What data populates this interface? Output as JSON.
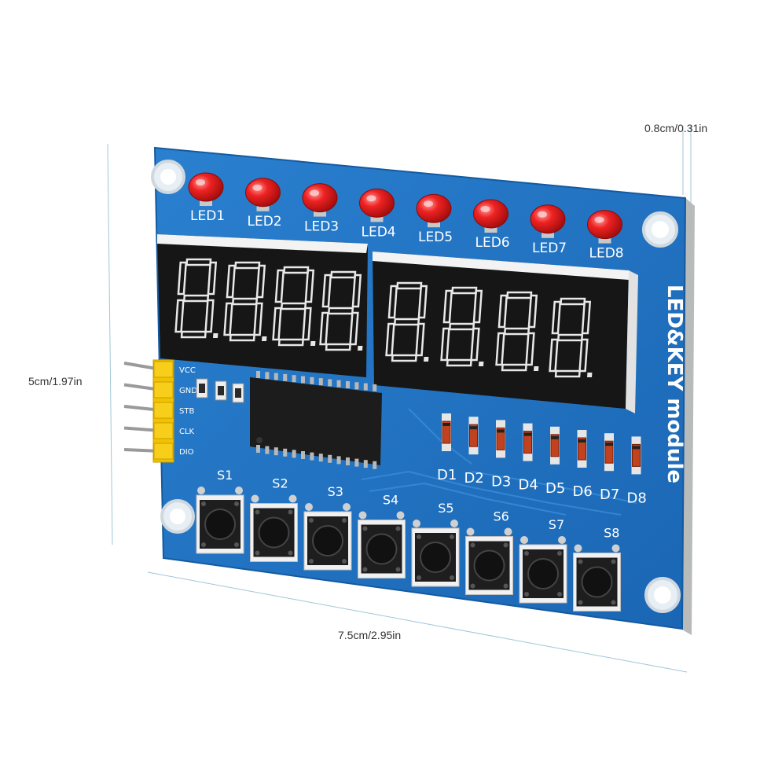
{
  "dimensions": {
    "thickness": "0.8cm/0.31in",
    "height": "5cm/1.97in",
    "width": "7.5cm/2.95in"
  },
  "board": {
    "title": "LED&KEY module",
    "leds": [
      "LED1",
      "LED2",
      "LED3",
      "LED4",
      "LED5",
      "LED6",
      "LED7",
      "LED8"
    ],
    "diodes": [
      "D1",
      "D2",
      "D3",
      "D4",
      "D5",
      "D6",
      "D7",
      "D8"
    ],
    "switches": [
      "S1",
      "S2",
      "S3",
      "S4",
      "S5",
      "S6",
      "S7",
      "S8"
    ],
    "pins": [
      "VCC",
      "GND",
      "STB",
      "CLK",
      "DIO"
    ]
  },
  "colors": {
    "pcb": "#1f73c2",
    "led": "#e31b1b",
    "header": "#f2c200",
    "silkscreen": "#ffffff"
  }
}
